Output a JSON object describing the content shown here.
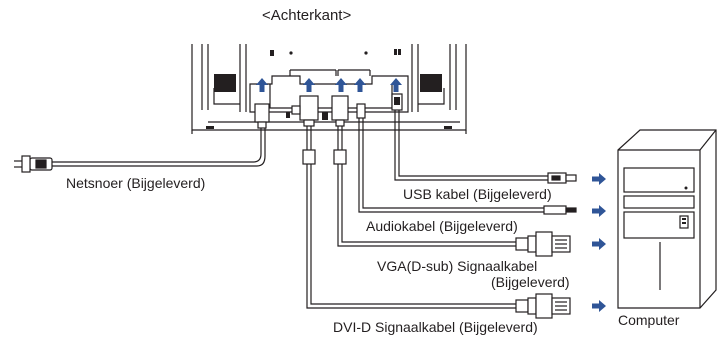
{
  "title": "<Achterkant>",
  "labels": {
    "power": "Netsnoer (Bijgeleverd)",
    "usb": "USB kabel (Bijgeleverd)",
    "audio": "Audiokabel (Bijgeleverd)",
    "vga_line1": "VGA(D-sub) Signaalkabel",
    "vga_line2": "(Bijgeleverd)",
    "dvi": "DVI-D Signaalkabel (Bijgeleverd)",
    "computer": "Computer"
  },
  "colors": {
    "line": "#231f20",
    "arrow": "#2f5597",
    "fill_dark": "#231f20"
  }
}
